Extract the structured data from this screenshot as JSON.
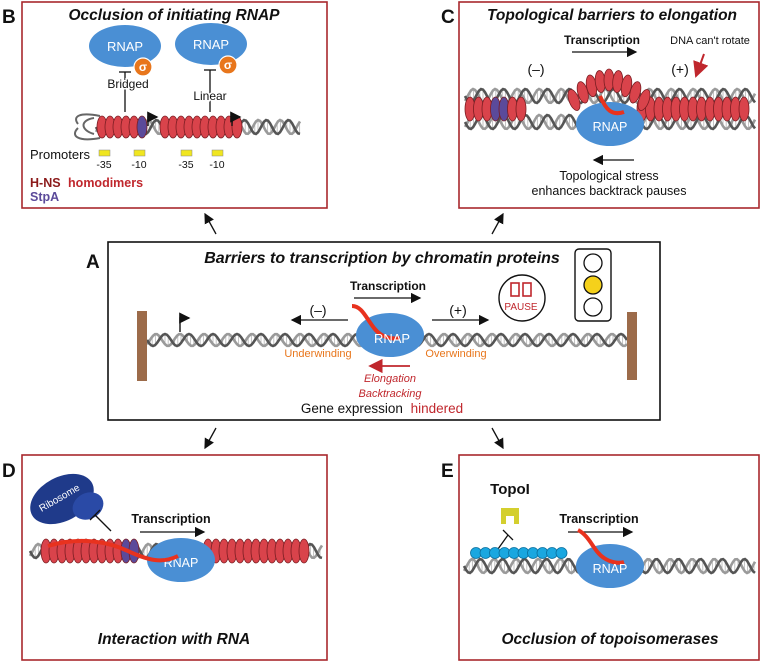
{
  "panel_a": {
    "letter": "A",
    "title": "Barriers to transcription by chromatin proteins",
    "transcription": "Transcription",
    "neg": "(–)",
    "pos": "(+)",
    "rnap": "RNAP",
    "pause": "PAUSE",
    "underwinding": "Underwinding",
    "overwinding": "Overwinding",
    "elongation": "Elongation",
    "backtracking": "Backtracking",
    "gene_expression": "Gene expression",
    "hindered": "hindered"
  },
  "panel_b": {
    "letter": "B",
    "title": "Occlusion of initiating RNAP",
    "rnap1": "RNAP",
    "rnap2": "RNAP",
    "sigma1": "σ",
    "sigma2": "σ",
    "bridged": "Bridged",
    "linear": "Linear",
    "promoters": "Promoters",
    "m35a": "-35",
    "m10a": "-10",
    "m35b": "-35",
    "m10b": "-10",
    "hns": "H-NS",
    "homodimers": "homodimers",
    "stpa": "StpA"
  },
  "panel_c": {
    "letter": "C",
    "title": "Topological barriers to elongation",
    "transcription": "Transcription",
    "dna_cant_rotate": "DNA can't rotate",
    "neg": "(–)",
    "pos": "(+)",
    "rnap": "RNAP",
    "stress1": "Topological stress",
    "stress2": "enhances backtrack pauses"
  },
  "panel_d": {
    "letter": "D",
    "title": "Interaction with RNA",
    "ribosome": "Ribosome",
    "transcription": "Transcription",
    "rnap": "RNAP"
  },
  "panel_e": {
    "letter": "E",
    "title": "Occlusion of topoisomerases",
    "topo": "TopoI",
    "transcription": "Transcription",
    "rnap": "RNAP"
  },
  "colors": {
    "frame_red": "#a8282d",
    "rnap_blue": "#4a8fd4",
    "hns_red": "#d9434b",
    "stpa_purple": "#5b4a9a",
    "rna_red": "#e8321e",
    "topo_yellow": "#d4cf2e",
    "bead_cyan": "#1aa7e0",
    "wall_brown": "#9c6b4a",
    "traffic_yellow": "#f5d11b"
  }
}
